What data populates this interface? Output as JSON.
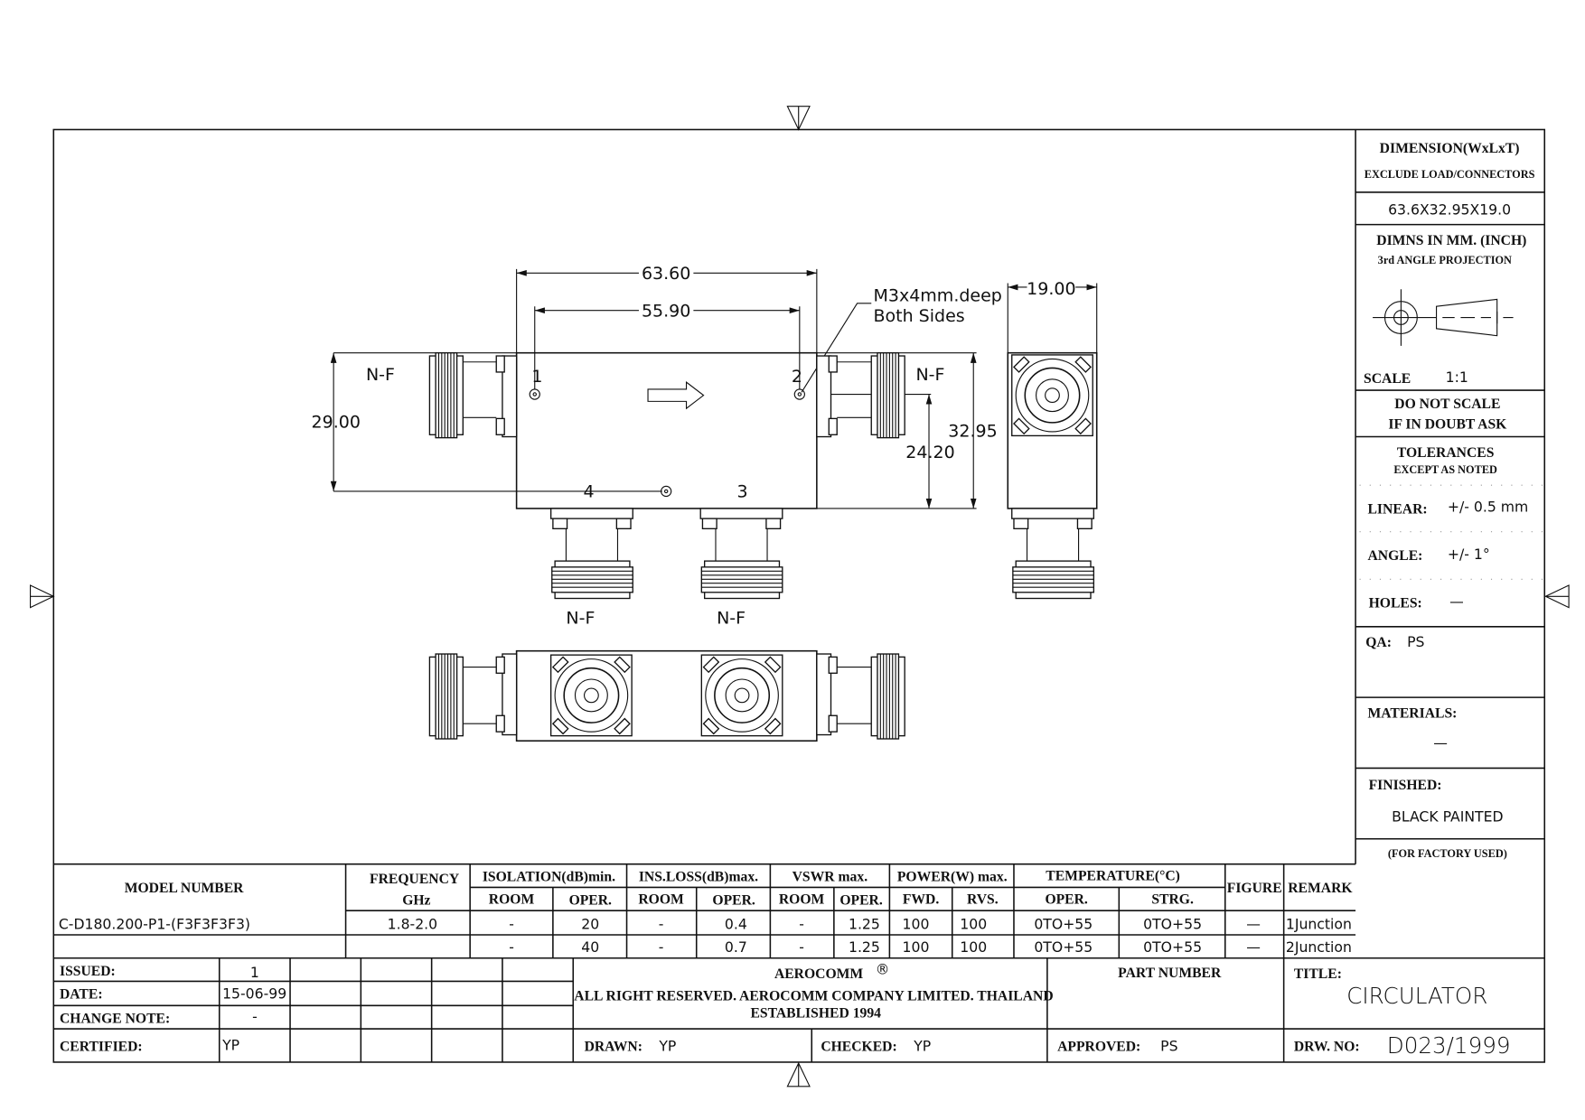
{
  "drawing": {
    "dimensions": {
      "width": "63.60",
      "hole_spacing": "55.90",
      "height_left": "29.00",
      "height_right": "32.95",
      "port_offset": "24.20",
      "thickness": "19.00"
    },
    "note_line1": "M3x4mm.deep",
    "note_line2": "Both Sides",
    "connector_label": "N-F",
    "ports": [
      "1",
      "2",
      "3",
      "4"
    ]
  },
  "side_panel": {
    "dimension_title": "DIMENSION(WxLxT)",
    "dimension_sub": "EXCLUDE LOAD/CONNECTORS",
    "dimension_value": "63.6X32.95X19.0",
    "units": "DIMNS IN MM. (INCH)",
    "projection": "3rd ANGLE PROJECTION",
    "scale_label": "SCALE",
    "scale_value": "1:1",
    "do_not_scale_1": "DO NOT SCALE",
    "do_not_scale_2": "IF IN DOUBT ASK",
    "tolerances": "TOLERANCES",
    "tolerances_sub": "EXCEPT AS NOTED",
    "linear_label": "LINEAR:",
    "linear_value": "+/- 0.5 mm",
    "angle_label": "ANGLE:",
    "angle_value": "+/- 1°",
    "holes_label": "HOLES:",
    "holes_value": "—",
    "qa_label": "QA:",
    "qa_value": "PS",
    "materials_label": "MATERIALS:",
    "materials_value": "—",
    "finished_label": "FINISHED:",
    "finished_value": "BLACK PAINTED",
    "factory": "(FOR FACTORY USED)"
  },
  "spec_table": {
    "headers": {
      "model": "MODEL NUMBER",
      "freq": "FREQUENCY",
      "freq_unit": "GHz",
      "isolation": "ISOLATION(dB)min.",
      "insloss": "INS.LOSS(dB)max.",
      "vswr": "VSWR  max.",
      "power": "POWER(W)  max.",
      "temp": "TEMPERATURE(°C)",
      "figure": "FIGURE",
      "remark": "REMARK",
      "room": "ROOM",
      "oper": "OPER.",
      "fwd": "FWD.",
      "rvs": "RVS.",
      "strg": "STRG."
    },
    "rows": [
      [
        "C-D180.200-P1-(F3F3F3F3)",
        "1.8-2.0",
        "-",
        "20",
        "-",
        "0.4",
        "-",
        "1.25",
        "100",
        "100",
        "0TO+55",
        "0TO+55",
        "—",
        "1Junction"
      ],
      [
        "",
        "",
        "-",
        "40",
        "-",
        "0.7",
        "-",
        "1.25",
        "100",
        "100",
        "0TO+55",
        "0TO+55",
        "—",
        "2Junction"
      ]
    ]
  },
  "title_block": {
    "issued_label": "ISSUED:",
    "issued_value": "1",
    "date_label": "DATE:",
    "date_value": "15-06-99",
    "change_label": "CHANGE NOTE:",
    "change_value": "-",
    "certified_label": "CERTIFIED:",
    "certified_value": "YP",
    "company": "AEROCOMM",
    "company_mark": "®",
    "rights": "ALL RIGHT RESERVED. AEROCOMM COMPANY LIMITED. THAILAND",
    "established": "ESTABLISHED 1994",
    "drawn_label": "DRAWN:",
    "drawn_value": "YP",
    "checked_label": "CHECKED:",
    "checked_value": "YP",
    "part_label": "PART NUMBER",
    "approved_label": "APPROVED:",
    "approved_value": "PS",
    "title_label": "TITLE:",
    "title_value": "CIRCULATOR",
    "drw_label": "DRW. NO:",
    "drw_value": "D023/1999"
  }
}
